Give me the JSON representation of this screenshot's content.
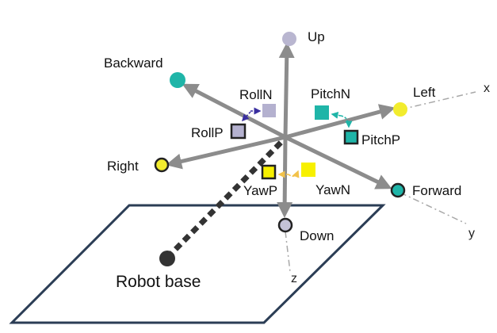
{
  "labels": {
    "up": "Up",
    "down": "Down",
    "left": "Left",
    "right": "Right",
    "forward": "Forward",
    "backward": "Backward",
    "roll_n": "RollN",
    "roll_p": "RollP",
    "pitch_n": "PitchN",
    "pitch_p": "PitchP",
    "yaw_n": "YawN",
    "yaw_p": "YawP",
    "robot_base": "Robot base",
    "axis_x": "x",
    "axis_y": "y",
    "axis_z": "z"
  },
  "colors": {
    "arrow": "#8c8c8c",
    "up": "#b9b6d0",
    "down": "#c4c2d8",
    "left": "#f2ec2e",
    "right": "#f2ec2e",
    "forward": "#1fb5a8",
    "backward": "#1fb5a8",
    "roll": "#b4b1cf",
    "roll_arrow": "#3a2fa0",
    "pitch": "#1fb5a8",
    "yaw": "#f7f000",
    "yaw_arrow": "#f2c24a",
    "base": "#333333",
    "plane": "#2b3d55"
  }
}
